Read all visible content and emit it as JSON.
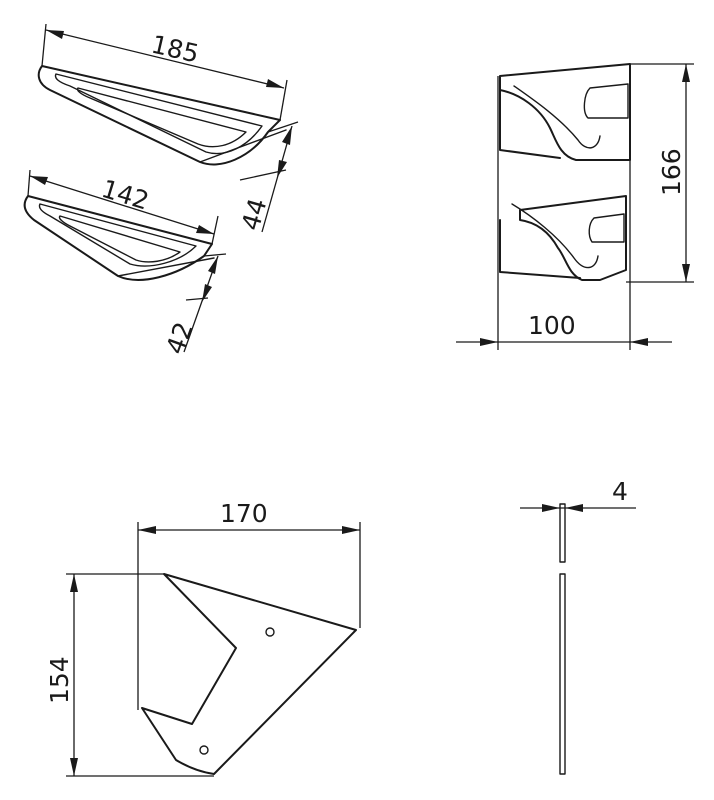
{
  "dimensions": {
    "top_part_length": "185",
    "top_part_height": "44",
    "bottom_part_length": "142",
    "bottom_part_height": "42",
    "front_view_height": "166",
    "front_view_width": "100",
    "plate_width": "170",
    "plate_height": "154",
    "plate_thickness": "4"
  }
}
